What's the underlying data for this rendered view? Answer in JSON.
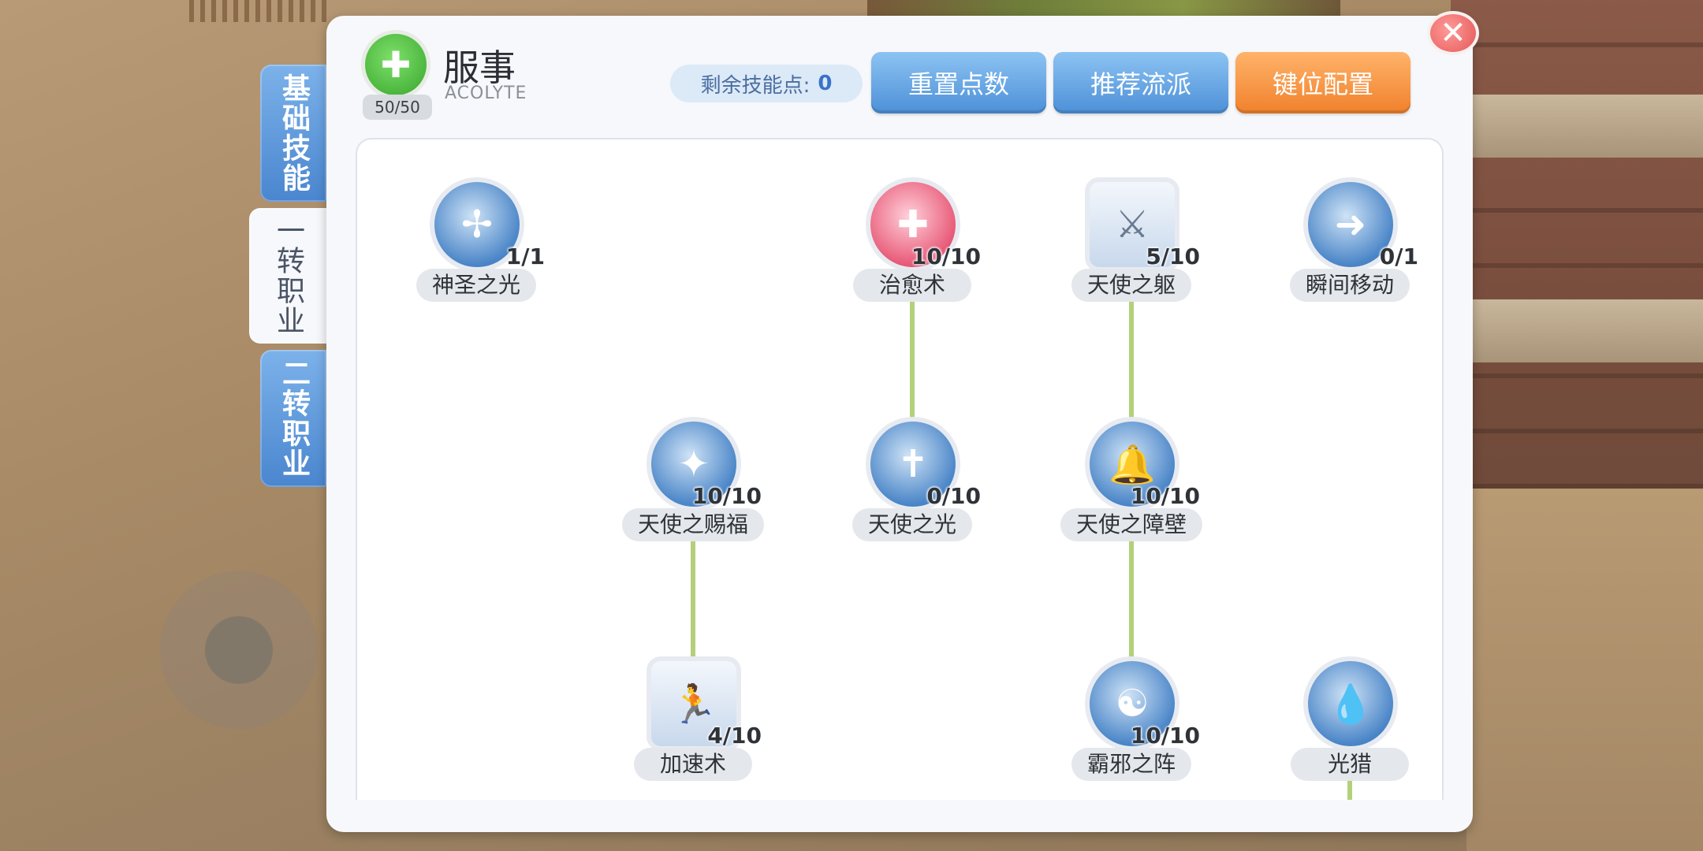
{
  "class_info": {
    "name": "服事",
    "name_en": "ACOLYTE",
    "level": "50/50"
  },
  "side_tabs": [
    {
      "label": "基础技能",
      "active": false
    },
    {
      "label": "一转职业",
      "active": true
    },
    {
      "label": "二转职业",
      "active": false
    }
  ],
  "skill_points": {
    "label": "剩余技能点:",
    "value": "0"
  },
  "buttons": {
    "reset": "重置点数",
    "recommend": "推荐流派",
    "keybind": "键位配置"
  },
  "close_symbol": "✕",
  "skills": [
    {
      "name": "神圣之光",
      "level": "1/1",
      "icon": "holy-light-icon",
      "glyph": "✢"
    },
    {
      "name": "治愈术",
      "level": "10/10",
      "icon": "heal-cross-icon",
      "glyph": "✚"
    },
    {
      "name": "天使之躯",
      "level": "5/10",
      "icon": "angel-body-icon",
      "glyph": "⚔"
    },
    {
      "name": "瞬间移动",
      "level": "0/1",
      "icon": "teleport-icon",
      "glyph": "➜"
    },
    {
      "name": "天使之赐福",
      "level": "10/10",
      "icon": "sparkle-blessing-icon",
      "glyph": "✦"
    },
    {
      "name": "天使之光",
      "level": "0/10",
      "icon": "cross-light-icon",
      "glyph": "✝"
    },
    {
      "name": "天使之障壁",
      "level": "10/10",
      "icon": "bell-icon",
      "glyph": "🔔"
    },
    {
      "name": "加速术",
      "level": "4/10",
      "icon": "speed-runner-icon",
      "glyph": "🏃"
    },
    {
      "name": "霸邪之阵",
      "level": "10/10",
      "icon": "ward-icon",
      "glyph": "☯"
    },
    {
      "name": "光猎",
      "level": "",
      "icon": "light-drop-icon",
      "glyph": "💧"
    }
  ]
}
